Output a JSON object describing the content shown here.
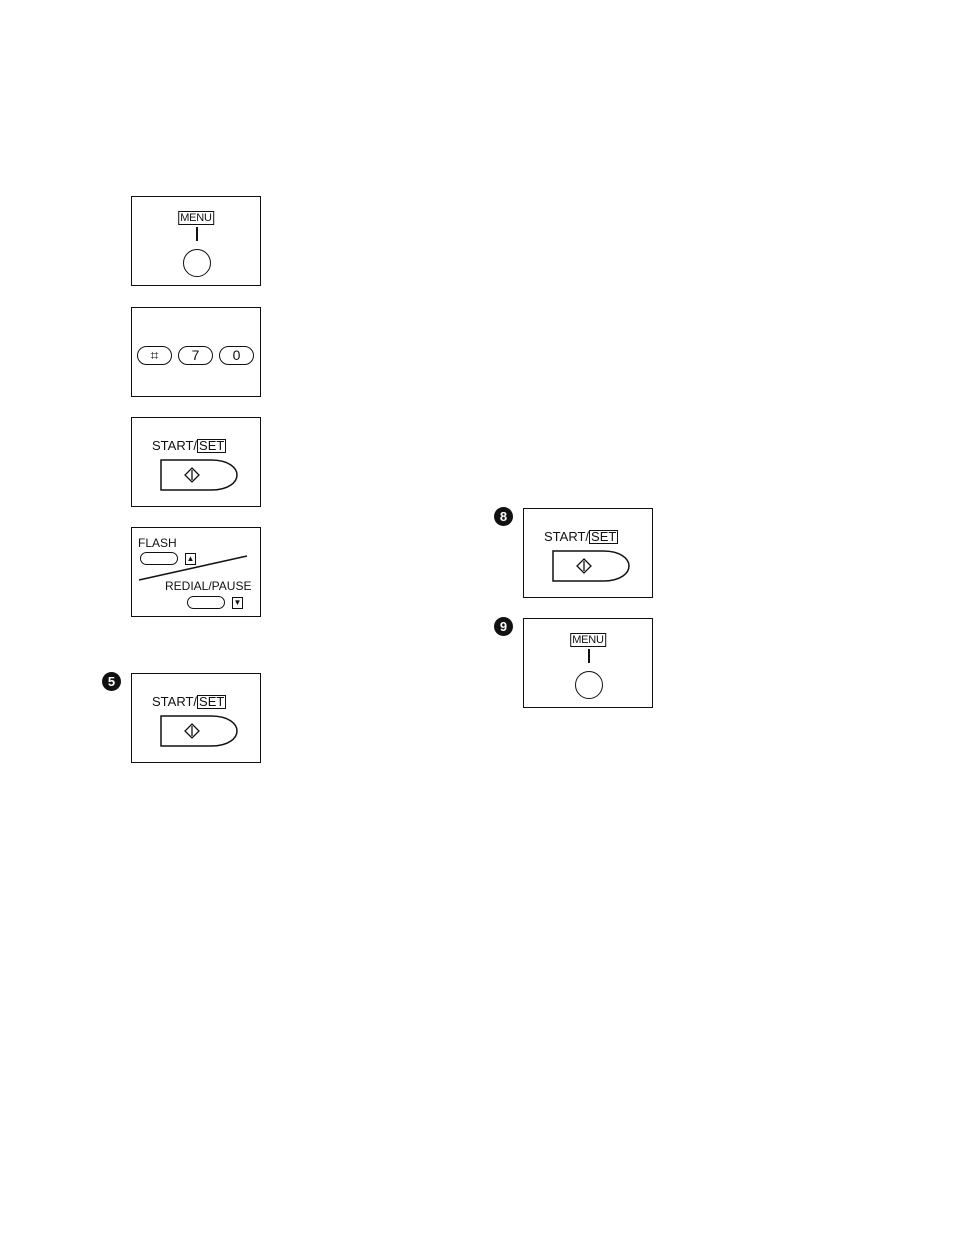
{
  "panels": {
    "menu_top": {
      "label": "MENU"
    },
    "keypad": {
      "keys": [
        "⌗",
        "7",
        "0"
      ]
    },
    "start_3": {
      "label_prefix": "START/",
      "label_boxed": "SET"
    },
    "flash_redial": {
      "flash_label": "FLASH",
      "redial_label": "REDIAL/PAUSE",
      "up_arrow": "▲",
      "down_arrow": "▼"
    },
    "start_5": {
      "step": "5",
      "label_prefix": "START/",
      "label_boxed": "SET"
    },
    "start_8": {
      "step": "8",
      "label_prefix": "START/",
      "label_boxed": "SET"
    },
    "menu_9": {
      "step": "9",
      "label": "MENU"
    }
  }
}
